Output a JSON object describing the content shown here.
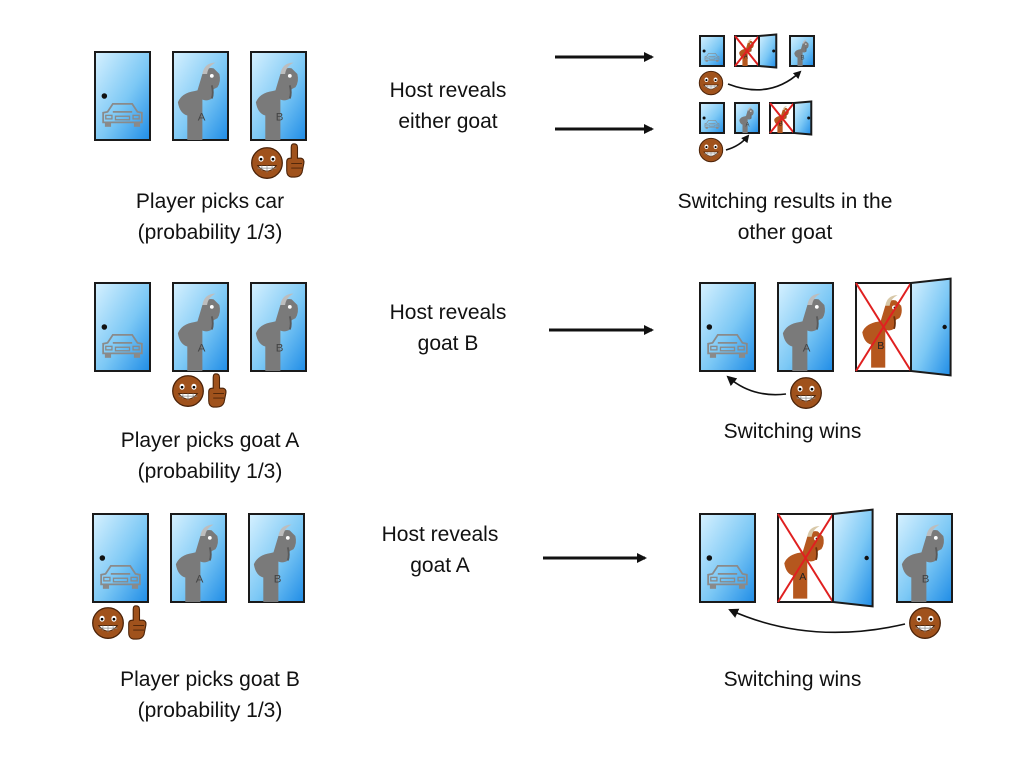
{
  "colors": {
    "door_light": "#d6f1ff",
    "door_dark": "#1f8ce6",
    "door_frame": "#1a1a1a",
    "goat_gray": "#7a7a7a",
    "goat_brown": "#b5571e",
    "face": "#a0521c",
    "cross": "#e02020",
    "arrow": "#111111",
    "text": "#111111"
  },
  "icons": [
    "car-icon",
    "goat-icon",
    "contestant-face-icon",
    "pointing-hand-icon",
    "door-handle-icon",
    "red-x-icon",
    "arrow-icon"
  ],
  "door_letters": {
    "goat_a": "A",
    "goat_b": "B"
  },
  "scenarios": [
    {
      "pick_label": [
        "Player picks car",
        "(probability 1/3)"
      ],
      "host_label": [
        "Host reveals",
        "either goat"
      ],
      "result_label": [
        "Switching  results in the",
        "other goat"
      ]
    },
    {
      "pick_label": [
        "Player picks goat A",
        "(probability 1/3)"
      ],
      "host_label": [
        "Host reveals",
        "goat B"
      ],
      "result_label": [
        "Switching  wins"
      ]
    },
    {
      "pick_label": [
        "Player picks goat B",
        "(probability 1/3)"
      ],
      "host_label": [
        "Host reveals",
        "goat A"
      ],
      "result_label": [
        "Switching  wins"
      ]
    }
  ]
}
